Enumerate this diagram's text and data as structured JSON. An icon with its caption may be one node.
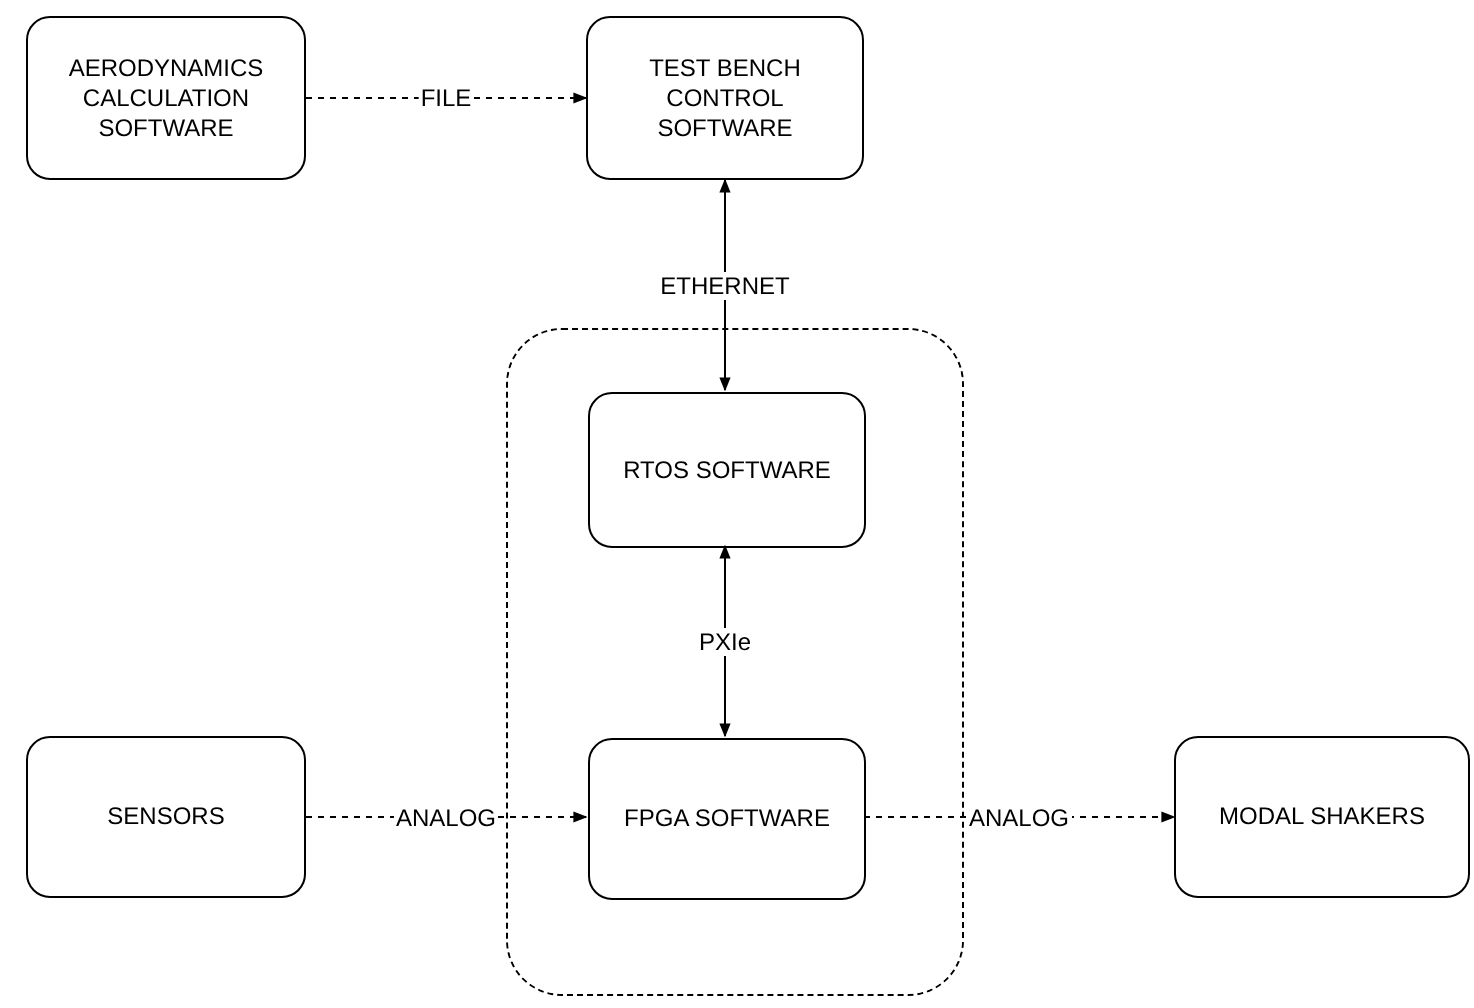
{
  "diagram": {
    "nodes": [
      {
        "text": [
          "AERODYNAMICS CALCULATION SOFTWARE"
        ]
      },
      {
        "text": [
          "TEST BENCH CONTROL SOFTWARE"
        ]
      },
      {
        "text": [],
        "shape": "box"
      },
      {
        "text": [
          "RTOS SOFTWARE"
        ],
        "in": 2
      },
      {
        "text": [
          "FPGA SOFTWARE"
        ],
        "in": 2
      },
      {
        "text": [
          "SENSORS"
        ]
      },
      {
        "text": [
          "MODAL SHAKERS"
        ]
      }
    ],
    "edges": [
      {
        "from": 0,
        "to": 1,
        "arrow": "to",
        "label": "FILE",
        "style": "dashed"
      },
      {
        "from": 1,
        "to": 3,
        "arrow": "both",
        "label": "ETHERNET"
      },
      {
        "from": 3,
        "to": 4,
        "arrow": "both",
        "label": "PXIe"
      },
      {
        "from": 5,
        "to": 4,
        "arrow": "to",
        "label": "ANALOG",
        "style": "dashed"
      },
      {
        "from": 4,
        "to": 6,
        "arrow": "to",
        "label": "ANALOG",
        "style": "dashed"
      }
    ]
  }
}
